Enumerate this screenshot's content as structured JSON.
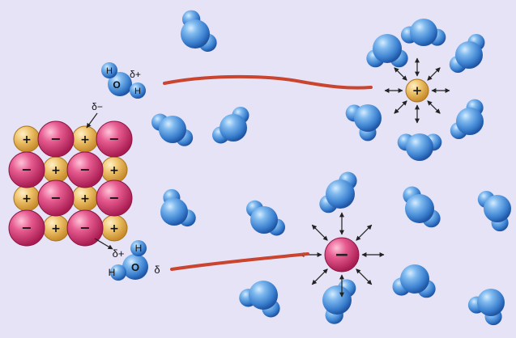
{
  "signs": {
    "plus": "+",
    "minus": "−"
  },
  "water_upper": {
    "atom_h": "H",
    "atom_o": "O",
    "delta_plus": "δ+",
    "delta_minus": "δ−"
  },
  "water_lower": {
    "atom_h": "H",
    "atom_o": "O",
    "delta_plus": "δ+",
    "delta_minus": "δ"
  },
  "colors": {
    "background": "#e7e3f6",
    "water_blue": "#3f86d2",
    "cation_gold": "#e8b457",
    "anion_magenta": "#d4306f",
    "arrow_red": "#c9452f"
  },
  "icons": {
    "water": "water-molecule-icon",
    "cation": "cation-icon",
    "anion": "anion-icon"
  }
}
